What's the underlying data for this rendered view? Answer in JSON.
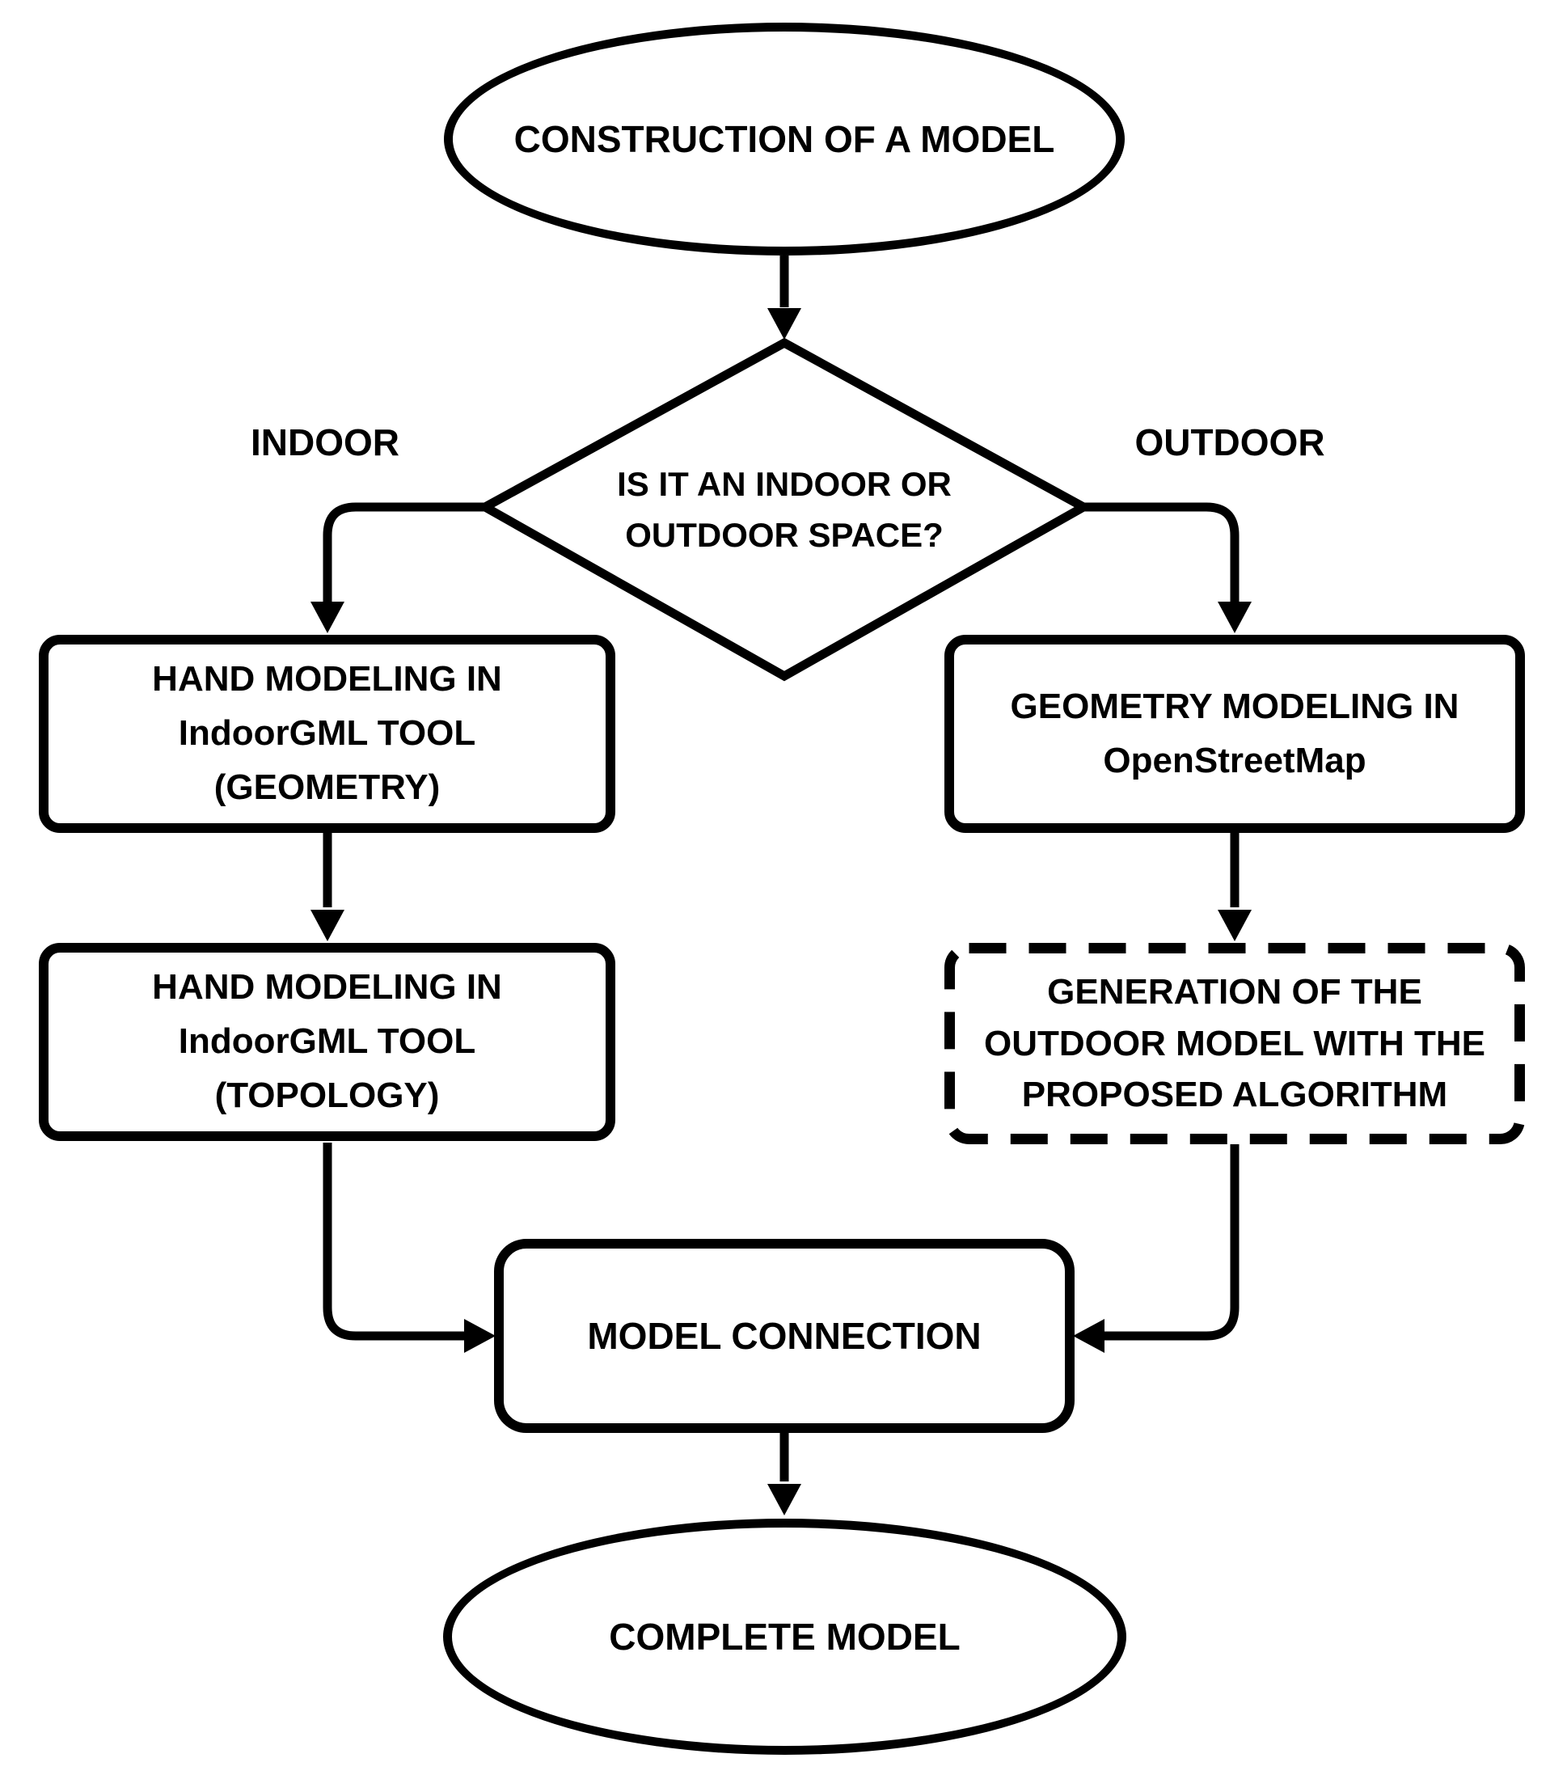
{
  "colors": {
    "ink": "#000000",
    "paper": "#ffffff"
  },
  "flowchart": {
    "start": "CONSTRUCTION OF A MODEL",
    "decision": "IS IT AN INDOOR OR\nOUTDOOR SPACE?",
    "branch_left": "INDOOR",
    "branch_right": "OUTDOOR",
    "indoor_step_geometry": "HAND MODELING IN\nIndoorGML TOOL\n(GEOMETRY)",
    "indoor_step_topology": "HAND MODELING IN\nIndoorGML TOOL\n(TOPOLOGY)",
    "outdoor_step_osm": "GEOMETRY MODELING IN\nOpenStreetMap",
    "outdoor_step_generation": "GENERATION OF THE\nOUTDOOR MODEL WITH THE\nPROPOSED ALGORITHM",
    "merge": "MODEL CONNECTION",
    "end": "COMPLETE MODEL"
  }
}
